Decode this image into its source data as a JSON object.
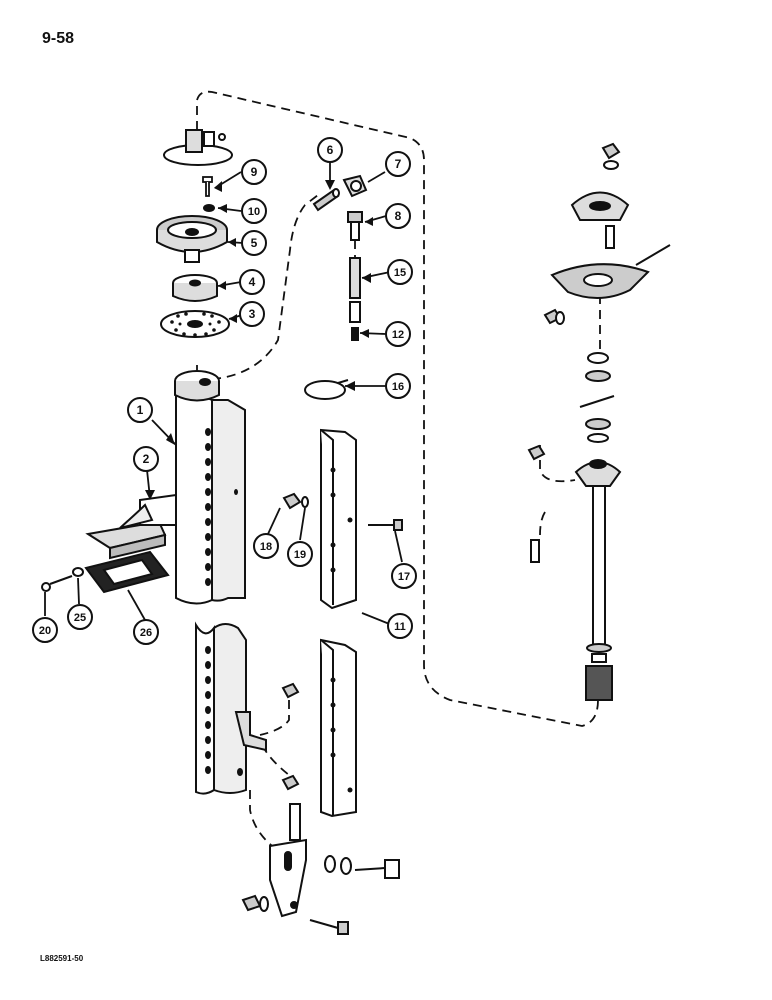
{
  "page": {
    "number": "9-58",
    "catalog_code": "L882591-50"
  },
  "diagram": {
    "callouts": [
      {
        "id": "c1",
        "label": "1"
      },
      {
        "id": "c2",
        "label": "2"
      },
      {
        "id": "c3",
        "label": "3"
      },
      {
        "id": "c4",
        "label": "4"
      },
      {
        "id": "c5",
        "label": "5"
      },
      {
        "id": "c6",
        "label": "6"
      },
      {
        "id": "c7",
        "label": "7"
      },
      {
        "id": "c8",
        "label": "8"
      },
      {
        "id": "c9",
        "label": "9"
      },
      {
        "id": "c10",
        "label": "10"
      },
      {
        "id": "c11",
        "label": "11"
      },
      {
        "id": "c12",
        "label": "12"
      },
      {
        "id": "c15",
        "label": "15"
      },
      {
        "id": "c16",
        "label": "16"
      },
      {
        "id": "c17",
        "label": "17"
      },
      {
        "id": "c18",
        "label": "18"
      },
      {
        "id": "c19",
        "label": "19"
      },
      {
        "id": "c20",
        "label": "20"
      },
      {
        "id": "c25",
        "label": "25"
      },
      {
        "id": "c26",
        "label": "26"
      }
    ]
  }
}
